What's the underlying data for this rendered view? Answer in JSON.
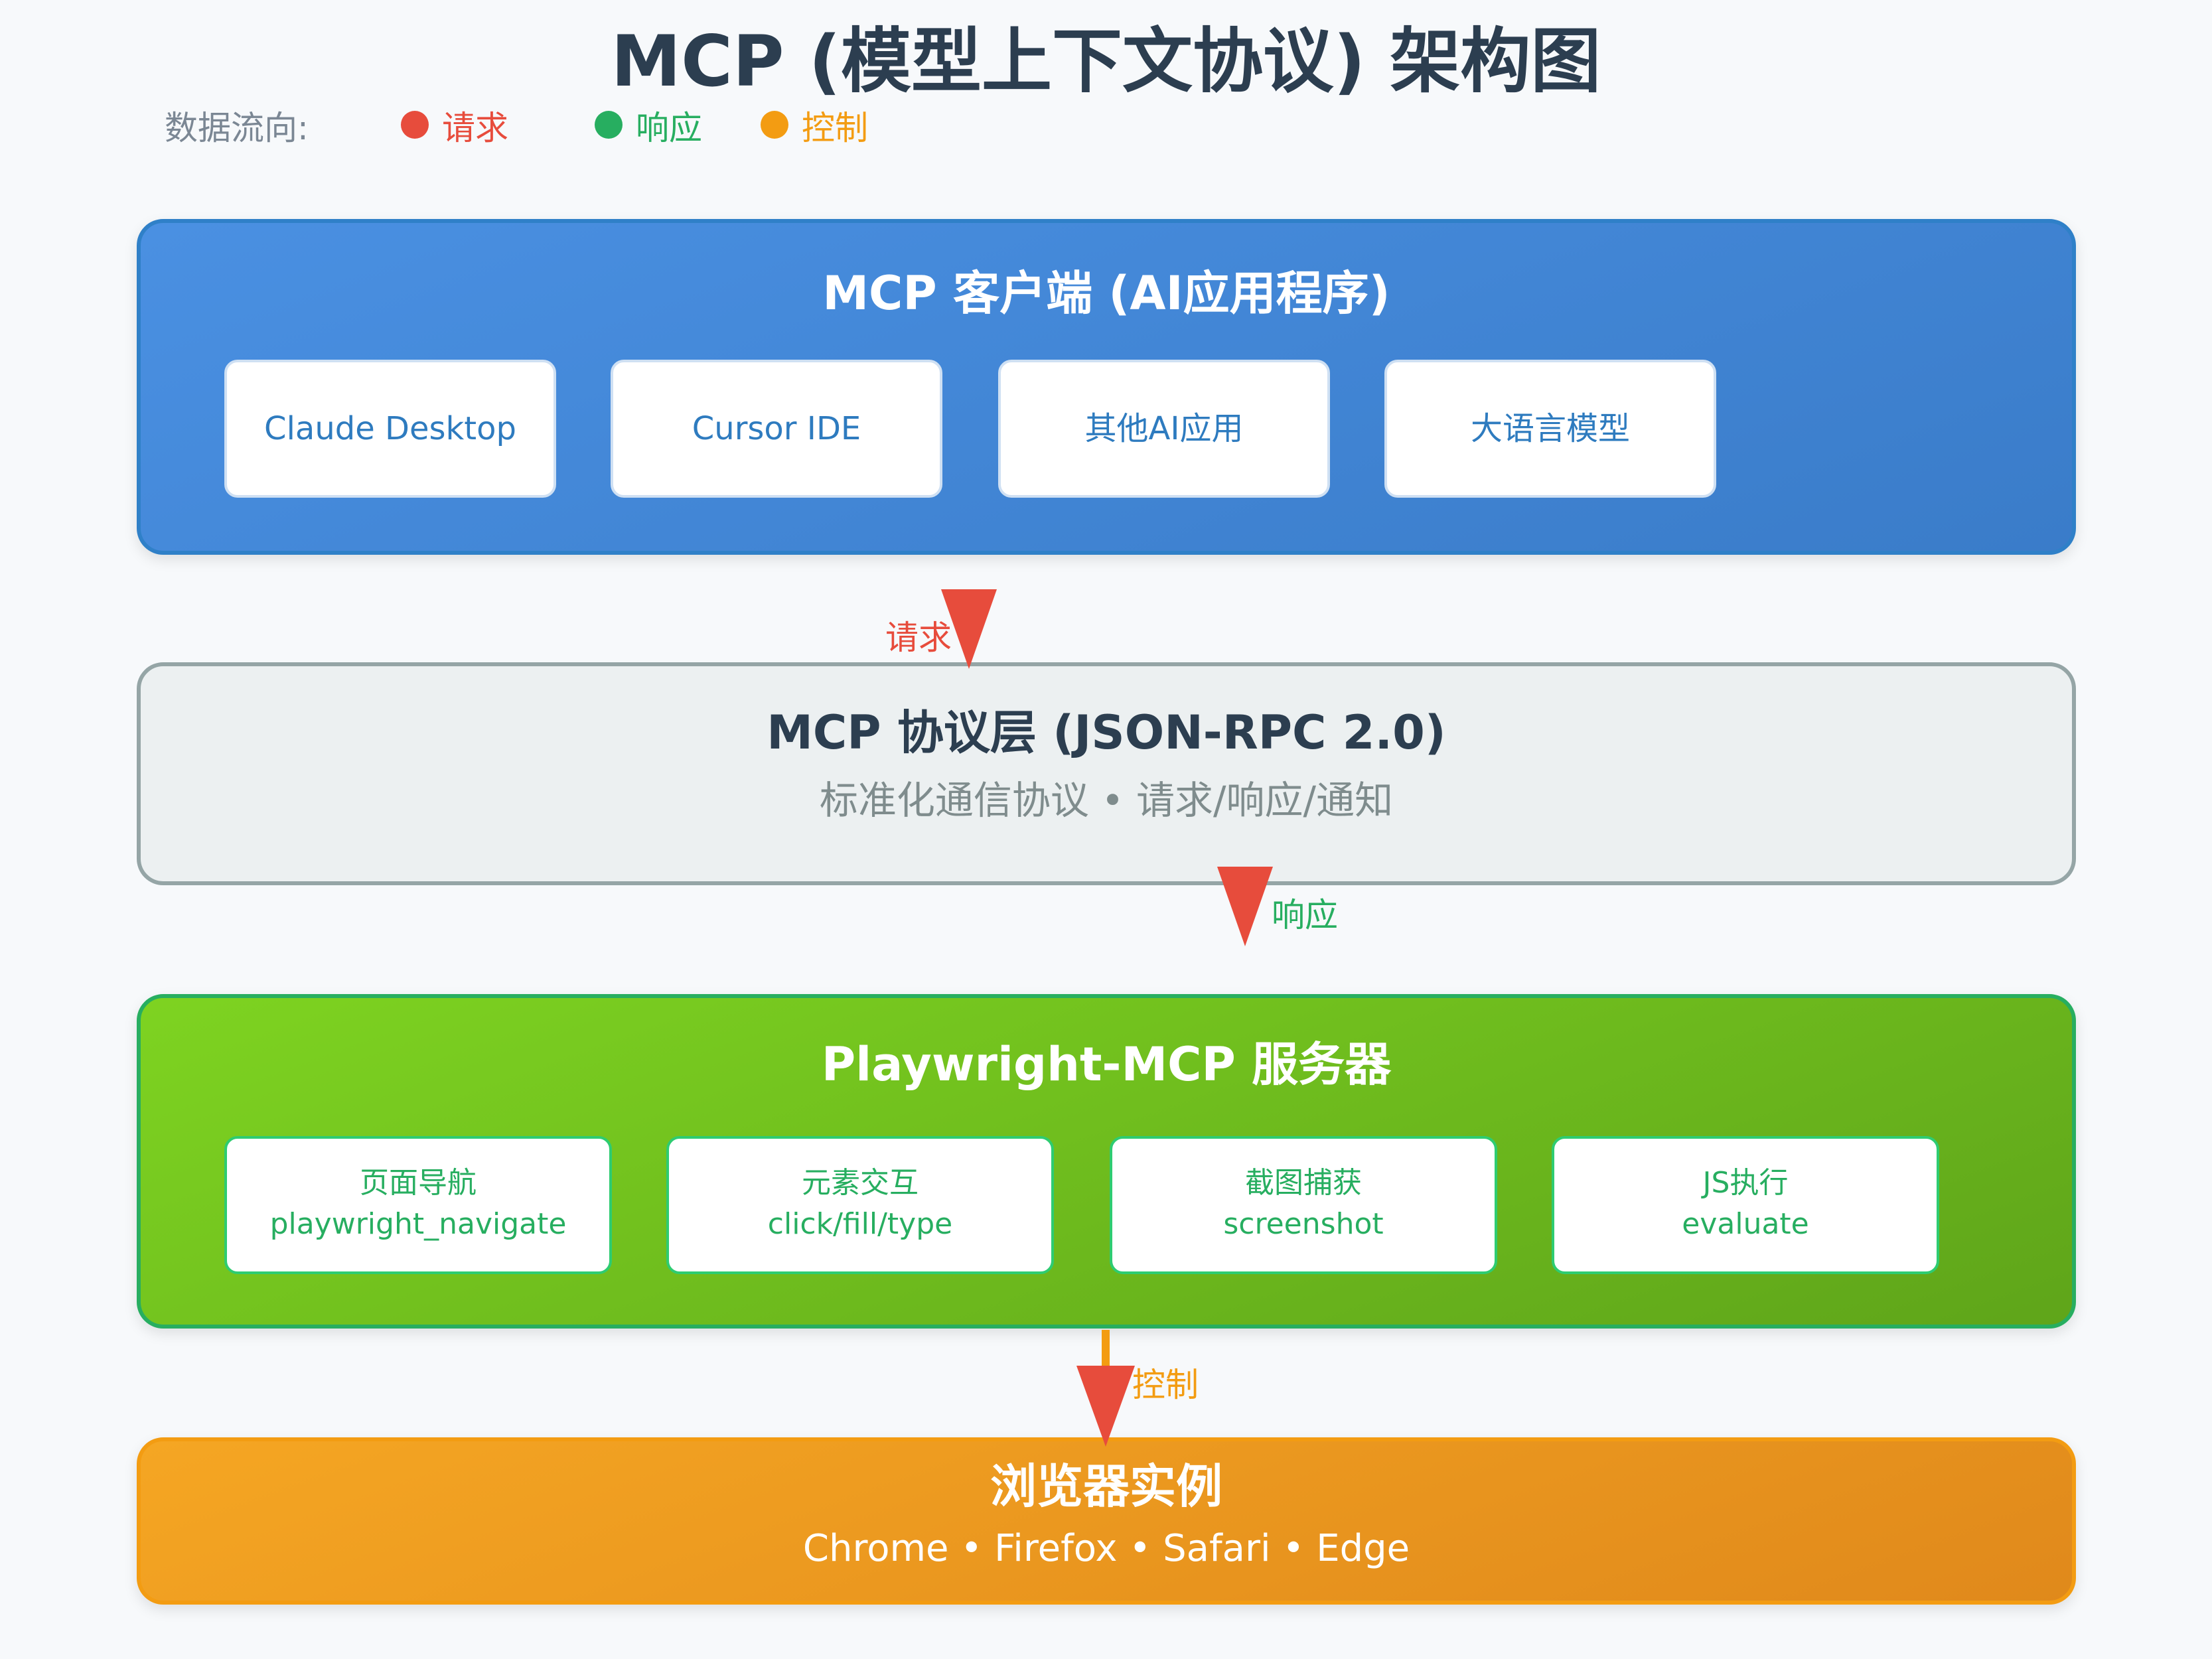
{
  "title": "MCP (模型上下文协议) 架构图",
  "legend": {
    "label": "数据流向:",
    "items": [
      {
        "label": "请求",
        "color": "#e74c3c"
      },
      {
        "label": "响应",
        "color": "#27ae60"
      },
      {
        "label": "控制",
        "color": "#f39c12"
      }
    ]
  },
  "client_layer": {
    "title": "MCP 客户端 (AI应用程序)",
    "items": [
      "Claude Desktop",
      "Cursor IDE",
      "其他AI应用",
      "大语言模型"
    ]
  },
  "protocol_layer": {
    "title": "MCP 协议层 (JSON-RPC 2.0)",
    "subtitle": "标准化通信协议 • 请求/响应/通知"
  },
  "server_layer": {
    "title": "Playwright-MCP 服务器",
    "tools": [
      {
        "name": "页面导航",
        "command": "playwright_navigate"
      },
      {
        "name": "元素交互",
        "command": "click/fill/type"
      },
      {
        "name": "截图捕获",
        "command": "screenshot"
      },
      {
        "name": "JS执行",
        "command": "evaluate"
      }
    ]
  },
  "browser_layer": {
    "title": "浏览器实例",
    "subtitle": "Chrome • Firefox • Safari • Edge"
  },
  "arrows": {
    "request_label": "请求",
    "response_label": "响应",
    "control_label": "控制",
    "arrowhead_color": "#e74c3c",
    "control_line_color": "#f39c12"
  }
}
